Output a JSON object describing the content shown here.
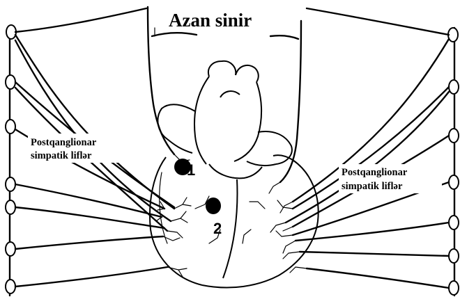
{
  "title": "Azan sinir",
  "left_label": {
    "line1": "Postqanglionar",
    "line2": "simpatik liflər"
  },
  "right_label": {
    "line1": "Postqanglionar",
    "line2": "simpatik liflər"
  },
  "node_1_label": "1",
  "node_2_label": "2"
}
